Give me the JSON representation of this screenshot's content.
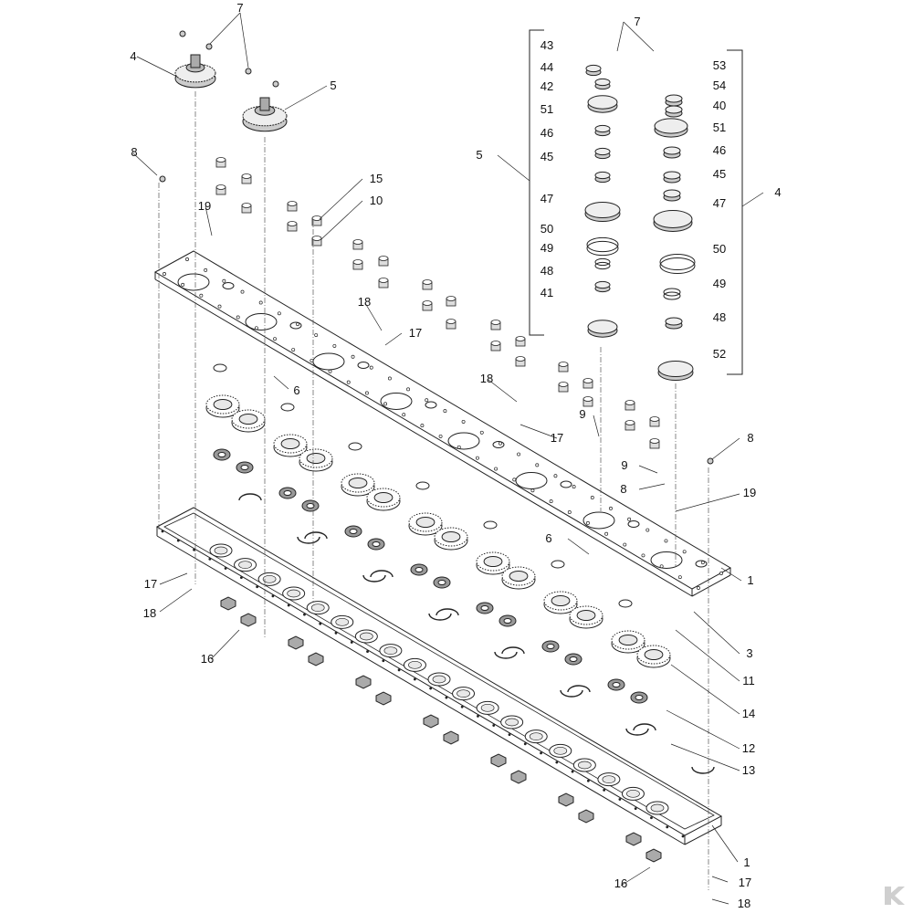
{
  "labels": [
    {
      "id": "l7a",
      "text": "7"
    },
    {
      "id": "l4a",
      "text": "4"
    },
    {
      "id": "l5a",
      "text": "5"
    },
    {
      "id": "l8a",
      "text": "8"
    },
    {
      "id": "l15",
      "text": "15"
    },
    {
      "id": "l10",
      "text": "10"
    },
    {
      "id": "l19a",
      "text": "19"
    },
    {
      "id": "l18a",
      "text": "18"
    },
    {
      "id": "l17a",
      "text": "17"
    },
    {
      "id": "l6a",
      "text": "6"
    },
    {
      "id": "l18b",
      "text": "18"
    },
    {
      "id": "l17b",
      "text": "17"
    },
    {
      "id": "l9a",
      "text": "9"
    },
    {
      "id": "l9b",
      "text": "9"
    },
    {
      "id": "l8b",
      "text": "8"
    },
    {
      "id": "l8c",
      "text": "8"
    },
    {
      "id": "l19b",
      "text": "19"
    },
    {
      "id": "l6b",
      "text": "6"
    },
    {
      "id": "l1a",
      "text": "1"
    },
    {
      "id": "l3",
      "text": "3"
    },
    {
      "id": "l11",
      "text": "11"
    },
    {
      "id": "l14",
      "text": "14"
    },
    {
      "id": "l12",
      "text": "12"
    },
    {
      "id": "l13",
      "text": "13"
    },
    {
      "id": "l1b",
      "text": "1"
    },
    {
      "id": "l16a",
      "text": "16"
    },
    {
      "id": "l17c",
      "text": "17"
    },
    {
      "id": "l18c",
      "text": "18"
    },
    {
      "id": "l17d",
      "text": "17"
    },
    {
      "id": "l18d",
      "text": "18"
    },
    {
      "id": "l16b",
      "text": "16"
    },
    {
      "id": "l7b",
      "text": "7"
    },
    {
      "id": "l43",
      "text": "43"
    },
    {
      "id": "l44",
      "text": "44"
    },
    {
      "id": "l42",
      "text": "42"
    },
    {
      "id": "l51a",
      "text": "51"
    },
    {
      "id": "l46a",
      "text": "46"
    },
    {
      "id": "l45a",
      "text": "45"
    },
    {
      "id": "l5b",
      "text": "5"
    },
    {
      "id": "l47a",
      "text": "47"
    },
    {
      "id": "l50a",
      "text": "50"
    },
    {
      "id": "l49a",
      "text": "49"
    },
    {
      "id": "l48a",
      "text": "48"
    },
    {
      "id": "l41",
      "text": "41"
    },
    {
      "id": "l53",
      "text": "53"
    },
    {
      "id": "l54",
      "text": "54"
    },
    {
      "id": "l40",
      "text": "40"
    },
    {
      "id": "l51b",
      "text": "51"
    },
    {
      "id": "l46b",
      "text": "46"
    },
    {
      "id": "l45b",
      "text": "45"
    },
    {
      "id": "l47b",
      "text": "47"
    },
    {
      "id": "l4b",
      "text": "4"
    },
    {
      "id": "l50b",
      "text": "50"
    },
    {
      "id": "l49b",
      "text": "49"
    },
    {
      "id": "l48b",
      "text": "48"
    },
    {
      "id": "l52",
      "text": "52"
    }
  ],
  "colors": {
    "line": "#222222",
    "part_fill": "#e8e8e8",
    "dash": "#555555"
  },
  "logo_icon": "k-brand-logo-icon"
}
